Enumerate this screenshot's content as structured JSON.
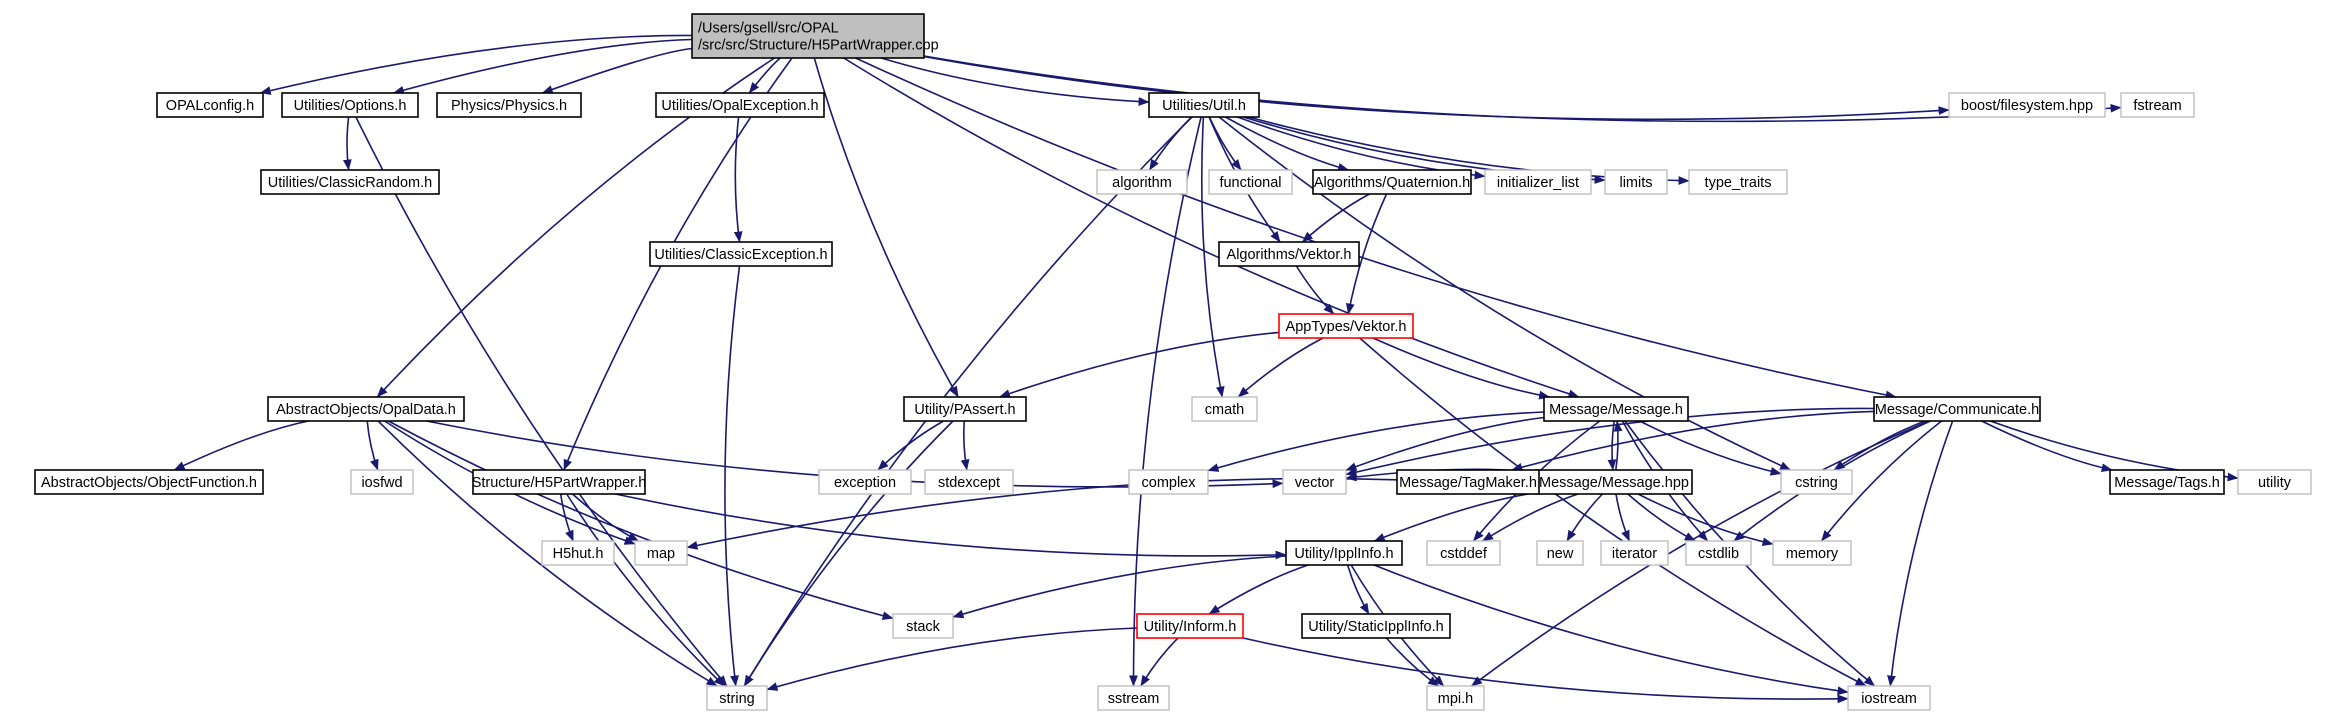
{
  "graph": {
    "root": [
      "/Users/gsell/src/OPAL",
      "/src/src/Structure/H5PartWrapper.cpp"
    ],
    "nodes": [
      {
        "id": "opalconfig",
        "label": "OPALconfig.h",
        "kind": "normal"
      },
      {
        "id": "options",
        "label": "Utilities/Options.h",
        "kind": "normal"
      },
      {
        "id": "classicrandom",
        "label": "Utilities/ClassicRandom.h",
        "kind": "normal"
      },
      {
        "id": "physics",
        "label": "Physics/Physics.h",
        "kind": "normal"
      },
      {
        "id": "opalexception",
        "label": "Utilities/OpalException.h",
        "kind": "normal"
      },
      {
        "id": "classicexception",
        "label": "Utilities/ClassicException.h",
        "kind": "normal"
      },
      {
        "id": "util",
        "label": "Utilities/Util.h",
        "kind": "normal"
      },
      {
        "id": "algorithm",
        "label": "algorithm",
        "kind": "external"
      },
      {
        "id": "functional",
        "label": "functional",
        "kind": "external"
      },
      {
        "id": "quaternion",
        "label": "Algorithms/Quaternion.h",
        "kind": "normal"
      },
      {
        "id": "initlist",
        "label": "initializer_list",
        "kind": "external"
      },
      {
        "id": "limits",
        "label": "limits",
        "kind": "external"
      },
      {
        "id": "typetraits",
        "label": "type_traits",
        "kind": "external"
      },
      {
        "id": "algvektor",
        "label": "Algorithms/Vektor.h",
        "kind": "normal"
      },
      {
        "id": "apptypesvektor",
        "label": "AppTypes/Vektor.h",
        "kind": "missing"
      },
      {
        "id": "boostfs",
        "label": "boost/filesystem.hpp",
        "kind": "external"
      },
      {
        "id": "fstream",
        "label": "fstream",
        "kind": "external"
      },
      {
        "id": "opaldata",
        "label": "AbstractObjects/OpalData.h",
        "kind": "normal"
      },
      {
        "id": "objectfunction",
        "label": "AbstractObjects/ObjectFunction.h",
        "kind": "normal"
      },
      {
        "id": "iosfwd",
        "label": "iosfwd",
        "kind": "external"
      },
      {
        "id": "h5partwrapper",
        "label": "Structure/H5PartWrapper.h",
        "kind": "normal"
      },
      {
        "id": "h5hut",
        "label": "H5hut.h",
        "kind": "external"
      },
      {
        "id": "map",
        "label": "map",
        "kind": "external"
      },
      {
        "id": "passert",
        "label": "Utility/PAssert.h",
        "kind": "normal"
      },
      {
        "id": "exception",
        "label": "exception",
        "kind": "external"
      },
      {
        "id": "stdexcept",
        "label": "stdexcept",
        "kind": "external"
      },
      {
        "id": "cmath",
        "label": "cmath",
        "kind": "external"
      },
      {
        "id": "message",
        "label": "Message/Message.h",
        "kind": "normal"
      },
      {
        "id": "complex",
        "label": "complex",
        "kind": "external"
      },
      {
        "id": "vector",
        "label": "vector",
        "kind": "external"
      },
      {
        "id": "messagehpp",
        "label": "Message/Message.hpp",
        "kind": "normal"
      },
      {
        "id": "cstring",
        "label": "cstring",
        "kind": "external"
      },
      {
        "id": "communicate",
        "label": "Message/Communicate.h",
        "kind": "normal"
      },
      {
        "id": "tagmaker",
        "label": "Message/TagMaker.h",
        "kind": "normal"
      },
      {
        "id": "tags",
        "label": "Message/Tags.h",
        "kind": "normal"
      },
      {
        "id": "utility",
        "label": "utility",
        "kind": "external"
      },
      {
        "id": "cstddef",
        "label": "cstddef",
        "kind": "external"
      },
      {
        "id": "new",
        "label": "new",
        "kind": "external"
      },
      {
        "id": "iterator",
        "label": "iterator",
        "kind": "external"
      },
      {
        "id": "cstdlib",
        "label": "cstdlib",
        "kind": "external"
      },
      {
        "id": "memory",
        "label": "memory",
        "kind": "external"
      },
      {
        "id": "ipplinfo",
        "label": "Utility/IpplInfo.h",
        "kind": "normal"
      },
      {
        "id": "stack",
        "label": "stack",
        "kind": "external"
      },
      {
        "id": "inform",
        "label": "Utility/Inform.h",
        "kind": "missing"
      },
      {
        "id": "staticipplinfo",
        "label": "Utility/StaticIpplInfo.h",
        "kind": "normal"
      },
      {
        "id": "string",
        "label": "string",
        "kind": "external"
      },
      {
        "id": "sstream",
        "label": "sstream",
        "kind": "external"
      },
      {
        "id": "mpi",
        "label": "mpi.h",
        "kind": "external"
      },
      {
        "id": "iostream",
        "label": "iostream",
        "kind": "external"
      }
    ],
    "edges": [
      [
        "root",
        "opalconfig"
      ],
      [
        "root",
        "options"
      ],
      [
        "root",
        "physics"
      ],
      [
        "root",
        "opalexception"
      ],
      [
        "root",
        "util"
      ],
      [
        "root",
        "passert"
      ],
      [
        "root",
        "opaldata"
      ],
      [
        "root",
        "h5partwrapper"
      ],
      [
        "root",
        "message"
      ],
      [
        "root",
        "communicate"
      ],
      [
        "root",
        "boostfs"
      ],
      [
        "root",
        "fstream"
      ],
      [
        "options",
        "classicrandom"
      ],
      [
        "options",
        "string"
      ],
      [
        "opalexception",
        "classicexception"
      ],
      [
        "classicexception",
        "string"
      ],
      [
        "util",
        "algorithm"
      ],
      [
        "util",
        "functional"
      ],
      [
        "util",
        "quaternion"
      ],
      [
        "util",
        "initlist"
      ],
      [
        "util",
        "limits"
      ],
      [
        "util",
        "typetraits"
      ],
      [
        "util",
        "algvektor"
      ],
      [
        "util",
        "cstring"
      ],
      [
        "util",
        "string"
      ],
      [
        "util",
        "sstream"
      ],
      [
        "util",
        "cmath"
      ],
      [
        "quaternion",
        "algvektor"
      ],
      [
        "quaternion",
        "apptypesvektor"
      ],
      [
        "algvektor",
        "apptypesvektor"
      ],
      [
        "apptypesvektor",
        "passert"
      ],
      [
        "apptypesvektor",
        "cmath"
      ],
      [
        "apptypesvektor",
        "message"
      ],
      [
        "apptypesvektor",
        "iostream"
      ],
      [
        "opaldata",
        "objectfunction"
      ],
      [
        "opaldata",
        "iosfwd"
      ],
      [
        "opaldata",
        "map"
      ],
      [
        "opaldata",
        "string"
      ],
      [
        "opaldata",
        "stack"
      ],
      [
        "opaldata",
        "vector"
      ],
      [
        "h5partwrapper",
        "h5hut"
      ],
      [
        "h5partwrapper",
        "map"
      ],
      [
        "h5partwrapper",
        "string"
      ],
      [
        "h5partwrapper",
        "ipplinfo"
      ],
      [
        "passert",
        "exception"
      ],
      [
        "passert",
        "stdexcept"
      ],
      [
        "passert",
        "string"
      ],
      [
        "message",
        "complex"
      ],
      [
        "message",
        "vector"
      ],
      [
        "message",
        "messagehpp"
      ],
      [
        "message",
        "cstring"
      ],
      [
        "message",
        "cstdlib"
      ],
      [
        "message",
        "iostream"
      ],
      [
        "message",
        "cstddef"
      ],
      [
        "messagehpp",
        "message"
      ],
      [
        "messagehpp",
        "vector"
      ],
      [
        "messagehpp",
        "cstddef"
      ],
      [
        "messagehpp",
        "new"
      ],
      [
        "messagehpp",
        "iterator"
      ],
      [
        "messagehpp",
        "cstdlib"
      ],
      [
        "messagehpp",
        "memory"
      ],
      [
        "messagehpp",
        "ipplinfo"
      ],
      [
        "communicate",
        "vector"
      ],
      [
        "communicate",
        "tagmaker"
      ],
      [
        "communicate",
        "tags"
      ],
      [
        "communicate",
        "utility"
      ],
      [
        "communicate",
        "cstring"
      ],
      [
        "communicate",
        "cstdlib"
      ],
      [
        "communicate",
        "memory"
      ],
      [
        "communicate",
        "iostream"
      ],
      [
        "communicate",
        "mpi"
      ],
      [
        "tagmaker",
        "map"
      ],
      [
        "ipplinfo",
        "stack"
      ],
      [
        "ipplinfo",
        "inform"
      ],
      [
        "ipplinfo",
        "staticipplinfo"
      ],
      [
        "ipplinfo",
        "mpi"
      ],
      [
        "ipplinfo",
        "iostream"
      ],
      [
        "inform",
        "string"
      ],
      [
        "inform",
        "sstream"
      ],
      [
        "inform",
        "iostream"
      ],
      [
        "staticipplinfo",
        "mpi"
      ]
    ]
  }
}
